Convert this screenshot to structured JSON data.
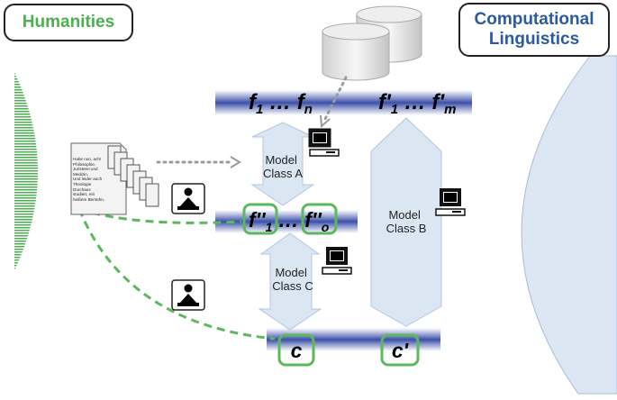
{
  "labels": {
    "humanities": "Humanities",
    "computational_linguistics_line1": "Computational",
    "computational_linguistics_line2": "Linguistics"
  },
  "feature_rows": {
    "top_left": {
      "base": "f",
      "first_sub": "1",
      "dots": "…",
      "last_sub": "n"
    },
    "top_right": {
      "base": "f'",
      "first_sub": "1",
      "dots": "…",
      "last_sub": "m"
    },
    "middle": {
      "base": "f''",
      "first_sub": "1",
      "dots": "…",
      "last_sub": "o"
    },
    "bottom_left": "c",
    "bottom_right": "c'"
  },
  "models": {
    "a": {
      "line1": "Model",
      "line2": "Class A"
    },
    "b": {
      "line1": "Model",
      "line2": "Class B"
    },
    "c": {
      "line1": "Model",
      "line2": "Class C"
    }
  },
  "document_text": [
    "Habe nun, ach!",
    "Philosophie,",
    "Juristerei und",
    "Medizin,",
    "Und leider auch",
    "Theologie",
    "Durchaus",
    "studiert, mit",
    "heißem Bemühn."
  ],
  "icons": [
    "computer-icon",
    "reader-icon",
    "database-icon",
    "document-stack-icon"
  ],
  "colors": {
    "green": "#5cb85c",
    "blue_band": "#3a4fa8",
    "arrow_fill": "#dbe6f3",
    "humanities_text": "#4caf50",
    "cl_text": "#2c5aa0"
  }
}
